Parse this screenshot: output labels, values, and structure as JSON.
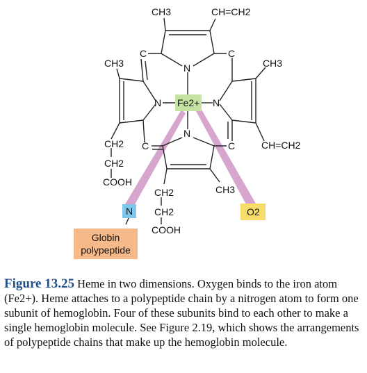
{
  "diagram": {
    "labels": {
      "ch3_top": "CH3",
      "vinyl_top": "CH=CH2",
      "ch3_left": "CH3",
      "ch3_right": "CH3",
      "vinyl_right": "CH=CH2",
      "ch3_bottom": "CH3",
      "c_top_left": "C",
      "c_top_right": "C",
      "c_mid_left": "C",
      "c_mid_right": "C",
      "n_top": "N",
      "n_left": "N",
      "n_right": "N",
      "n_bottom": "N",
      "fe": "Fe2+",
      "left_chain": [
        "CH2",
        "CH2",
        "COOH"
      ],
      "bottom_chain": [
        "CH2",
        "CH2",
        "COOH"
      ],
      "n_globin": "N",
      "globin": [
        "Globin",
        "polypeptide"
      ],
      "o2": "O2"
    },
    "colors": {
      "fe_box": "#c6e3a4",
      "n_box": "#7ec8ee",
      "o2_box": "#f7dc6a",
      "globin_box": "#f6b98a",
      "bond_band": "#d7a6cf"
    }
  },
  "caption": {
    "figure": "Figure 13.25",
    "text": "Heme in two dimensions. Oxygen binds to the iron atom (Fe2+). Heme attaches to a polypeptide chain by a nitrogen atom to form one subunit of hemoglobin. Four of these subunits bind to each other to make a single hemoglobin molecule. See Figure 2.19, which shows the arrangements of polypeptide chains that make up the hemoglobin molecule."
  }
}
